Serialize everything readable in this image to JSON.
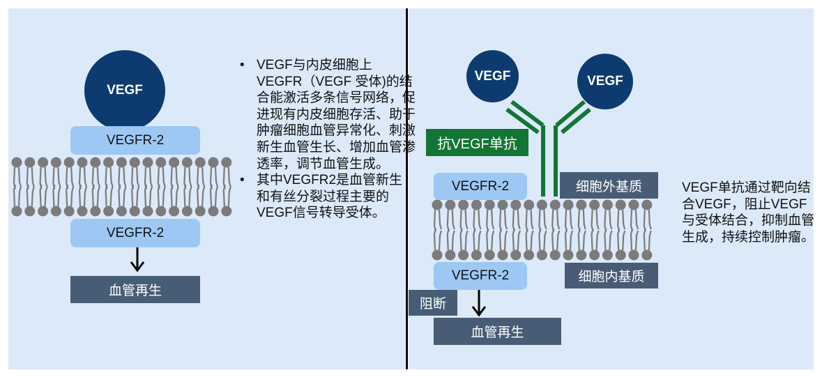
{
  "left": {
    "ligand": "VEGF",
    "receptor_top": "VEGFR-2",
    "receptor_bottom": "VEGFR-2",
    "outcome": "血管再生",
    "bullets": [
      "VEGF与内皮细胞上VEGFR（VEGF 受体)的结合能激活多条信号网络，促进现有内皮细胞存活、助于肿瘤细胞血管异常化、刺激新生血管生长、增加血管渗透率，调节血管生成。",
      "其中VEGFR2是血管新生和有丝分裂过程主要的VEGF信号转导受体。"
    ]
  },
  "right": {
    "ligand_left": "VEGF",
    "ligand_right": "VEGF",
    "antibody_label": "抗VEGF单抗",
    "receptor_top": "VEGFR-2",
    "receptor_bottom": "VEGFR-2",
    "extracellular": "细胞外基质",
    "intracellular": "细胞内基质",
    "block": "阻断",
    "outcome": "血管再生",
    "note": "VEGF单抗通过靶向结合VEGF，阻止VEGF与受体结合，抑制血管生成，持续控制肿瘤。"
  },
  "colors": {
    "background": "#dce9f9",
    "ligand": "#0e3b6f",
    "receptor": "#9dc8f4",
    "label_box": "#485d75",
    "antibody": "#137534",
    "membrane": "#7b7b7b"
  },
  "membrane_icon": "phospholipid-bilayer"
}
